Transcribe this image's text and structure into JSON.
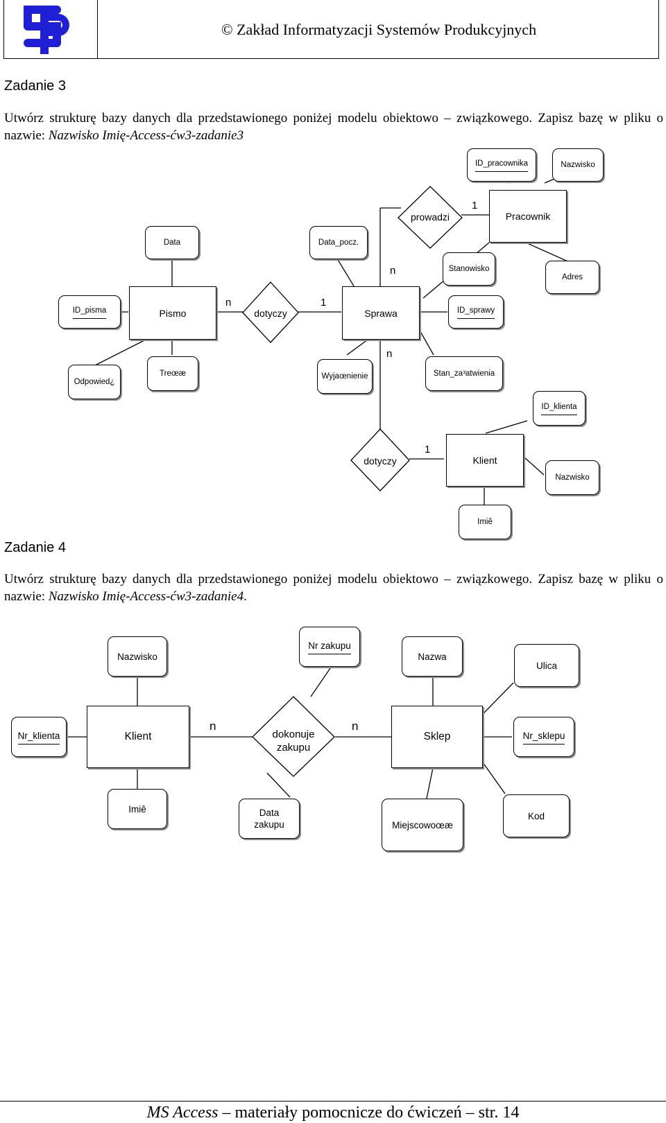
{
  "header": {
    "title": "© Zakład Informatyzacji Systemów Produkcyjnych",
    "logo_color": "#1f1fd6"
  },
  "task3": {
    "heading": "Zadanie 3",
    "text": "Utwórz strukturę bazy danych dla przedstawionego poniżej modelu obiektowo – związkowego. Zapisz bazę w pliku o nazwie:",
    "filename": "Nazwisko Imię-Access-ćw3-zadanie3",
    "diagram": {
      "entities": {
        "pracownik": "Pracownik",
        "pismo": "Pismo",
        "sprawa": "Sprawa",
        "klient": "Klient"
      },
      "relations": {
        "prowadzi": "prowadzi",
        "dotyczy1": "dotyczy",
        "dotyczy2": "dotyczy"
      },
      "attributes": {
        "id_pracownika": "ID_pracownika",
        "nazwisko_p": "Nazwisko",
        "data": "Data",
        "data_pocz": "Data_pocz.",
        "stanowisko": "Stanowisko",
        "adres": "Adres",
        "id_pisma": "ID_pisma",
        "id_sprawy": "ID_sprawy",
        "odpowiedz": "Odpowied¿",
        "tresc": "Treœæ",
        "wyjasnienie": "Wyjaœnienie",
        "stan_zalatwienia": "Stan_za³atwienia",
        "id_klienta": "ID_klienta",
        "nazwisko_k": "Nazwisko",
        "imie_k": "Imiê"
      },
      "cardinalities": {
        "prowadzi_pracownik": "1",
        "prowadzi_sprawa": "n",
        "pismo_dotyczy": "n",
        "dotyczy_sprawa": "1",
        "sprawa_dotyczy2": "n",
        "dotyczy2_klient": "1"
      }
    }
  },
  "task4": {
    "heading": "Zadanie 4",
    "text": "Utwórz strukturę bazy danych dla przedstawionego poniżej modelu obiektowo – związkowego. Zapisz bazę w pliku o nazwie:",
    "filename": "Nazwisko Imię-Access-ćw3-zadanie4",
    "filename_suffix": ".",
    "diagram": {
      "entities": {
        "klient": "Klient",
        "sklep": "Sklep"
      },
      "relations": {
        "dokonuje_line1": "dokonuje",
        "dokonuje_line2": "zakupu"
      },
      "attributes": {
        "nazwisko": "Nazwisko",
        "nr_zakupu": "Nr zakupu",
        "nazwa": "Nazwa",
        "ulica": "Ulica",
        "nr_klienta": "Nr_klienta",
        "nr_sklepu": "Nr_sklepu",
        "imie": "Imiê",
        "data_line1": "Data",
        "data_line2": "zakupu",
        "miejscowosc": "Miejscowoœæ",
        "kod": "Kod"
      },
      "cardinalities": {
        "klient_dokonuje": "n",
        "dokonuje_sklep": "n"
      }
    }
  },
  "footer": {
    "app": "MS Access",
    "rest": " – materiały pomocnicze do ćwiczeń – str. 14"
  }
}
